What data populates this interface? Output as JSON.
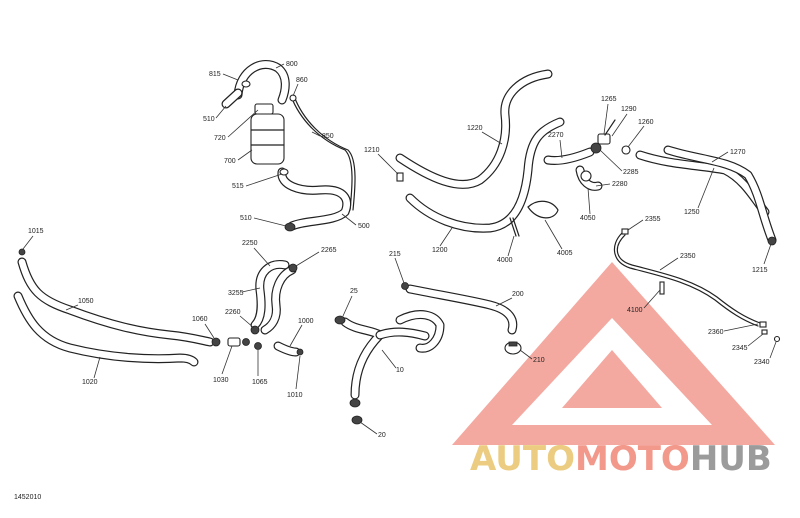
{
  "figure_id": "1452010",
  "watermark": {
    "brand_auto": "AUTO",
    "brand_moto": "MOTO",
    "brand_hub": "HUB",
    "color_auto": "#e8c46a",
    "color_moto": "#f08878",
    "color_hub": "#8a8a8a",
    "triangle_color": "#f29a90"
  },
  "callouts": [
    {
      "id": "c815",
      "text": "815"
    },
    {
      "id": "c800",
      "text": "800"
    },
    {
      "id": "c860",
      "text": "860"
    },
    {
      "id": "c510a",
      "text": "510"
    },
    {
      "id": "c720",
      "text": "720"
    },
    {
      "id": "c700",
      "text": "700"
    },
    {
      "id": "c850",
      "text": "850"
    },
    {
      "id": "c515",
      "text": "515"
    },
    {
      "id": "c510b",
      "text": "510"
    },
    {
      "id": "c500",
      "text": "500"
    },
    {
      "id": "c1210",
      "text": "1210"
    },
    {
      "id": "c1220",
      "text": "1220"
    },
    {
      "id": "c1200",
      "text": "1200"
    },
    {
      "id": "c4000",
      "text": "4000"
    },
    {
      "id": "c4005",
      "text": "4005"
    },
    {
      "id": "c2270",
      "text": "2270"
    },
    {
      "id": "c1265",
      "text": "1265"
    },
    {
      "id": "c1290",
      "text": "1290"
    },
    {
      "id": "c1260",
      "text": "1260"
    },
    {
      "id": "c2285",
      "text": "2285"
    },
    {
      "id": "c2280",
      "text": "2280"
    },
    {
      "id": "c4050",
      "text": "4050"
    },
    {
      "id": "c1270",
      "text": "1270"
    },
    {
      "id": "c1250",
      "text": "1250"
    },
    {
      "id": "c2355",
      "text": "2355"
    },
    {
      "id": "c1215",
      "text": "1215"
    },
    {
      "id": "c2350",
      "text": "2350"
    },
    {
      "id": "c4100",
      "text": "4100"
    },
    {
      "id": "c2360",
      "text": "2360"
    },
    {
      "id": "c2345",
      "text": "2345"
    },
    {
      "id": "c2340",
      "text": "2340"
    },
    {
      "id": "c1015",
      "text": "1015"
    },
    {
      "id": "c1050",
      "text": "1050"
    },
    {
      "id": "c1020",
      "text": "1020"
    },
    {
      "id": "c1060",
      "text": "1060"
    },
    {
      "id": "c1030",
      "text": "1030"
    },
    {
      "id": "c2250",
      "text": "2250"
    },
    {
      "id": "c2265",
      "text": "2265"
    },
    {
      "id": "c3255",
      "text": "3255"
    },
    {
      "id": "c2260",
      "text": "2260"
    },
    {
      "id": "c1065",
      "text": "1065"
    },
    {
      "id": "c1000",
      "text": "1000"
    },
    {
      "id": "c1010",
      "text": "1010"
    },
    {
      "id": "c215",
      "text": "215"
    },
    {
      "id": "c200",
      "text": "200"
    },
    {
      "id": "c210",
      "text": "210"
    },
    {
      "id": "c25",
      "text": "25"
    },
    {
      "id": "c10",
      "text": "10"
    },
    {
      "id": "c20",
      "text": "20"
    }
  ]
}
